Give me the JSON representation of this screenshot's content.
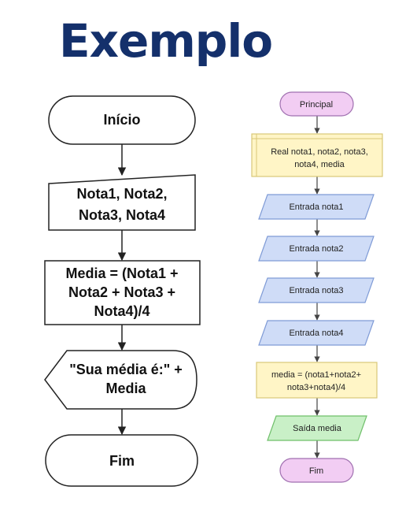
{
  "title": "Exemplo",
  "left_flow": {
    "start": "Início",
    "input_line1": "Nota1, Nota2,",
    "input_line2": "Nota3, Nota4",
    "process_line1": "Media = (Nota1 +",
    "process_line2": "Nota2 + Nota3 +",
    "process_line3": "Nota4)/4",
    "display_line1": "\"Sua média é:\" +",
    "display_line2": "Media",
    "end": "Fim"
  },
  "right_flow": {
    "start": "Principal",
    "declare_line1": "Real nota1, nota2, nota3,",
    "declare_line2": "nota4, media",
    "input1": "Entrada nota1",
    "input2": "Entrada nota2",
    "input3": "Entrada nota3",
    "input4": "Entrada nota4",
    "assign_line1": "media = (nota1+nota2+",
    "assign_line2": "nota3+nota4)/4",
    "output": "Saída media",
    "end": "Fim"
  },
  "colors": {
    "title": "#14306b",
    "terminal_fill": "#f2cdf3",
    "terminal_stroke": "#a070b0",
    "declare_fill": "#fff5c6",
    "declare_stroke": "#d8c878",
    "input_fill": "#cfdcf7",
    "input_stroke": "#7f9bd6",
    "output_fill": "#c9f0c7",
    "output_stroke": "#6fbf6a"
  }
}
